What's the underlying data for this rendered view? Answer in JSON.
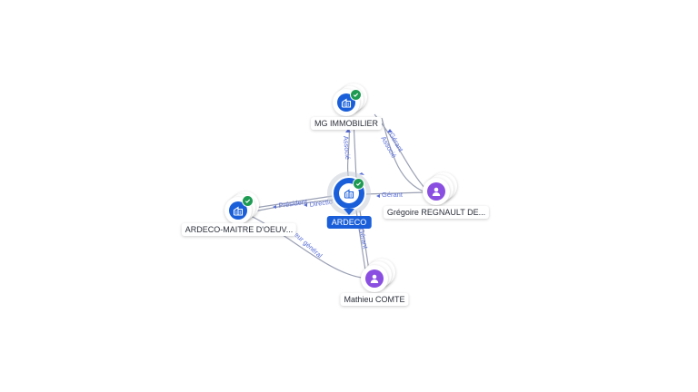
{
  "nodes": {
    "ardeco": {
      "label": "ARDECO",
      "type": "company",
      "verified": true,
      "icon": "building-icon"
    },
    "mg_immobilier": {
      "label": "MG IMMOBILIER",
      "type": "company",
      "verified": true,
      "icon": "building-icon"
    },
    "ardeco_maitre": {
      "label": "ARDECO-MAITRE D'OEUV...",
      "type": "company",
      "verified": true,
      "icon": "building-icon"
    },
    "gregoire": {
      "label": "Grégoire REGNAULT DE...",
      "type": "person",
      "icon": "person-icon"
    },
    "mathieu": {
      "label": "Mathieu COMTE",
      "type": "person",
      "icon": "person-icon"
    }
  },
  "edges": {
    "mg_ardeco_associe": "Associé",
    "greg_mg_gerant": "Gérant",
    "greg_mg_associe": "Associé",
    "greg_ardeco_gerant": "Gérant",
    "ardeco_maitre_president": "Président",
    "ardeco_maitre_direction": "Directio",
    "mathieu_ardeco_gerant": "Gérant",
    "mathieu_maitre_dg": "teur général"
  },
  "colors": {
    "company": "#1a5fd9",
    "person": "#8a4fe0",
    "verified": "#1e9b52",
    "edge_label": "#5a6fd6",
    "edge_line": "#9aa0b4"
  }
}
